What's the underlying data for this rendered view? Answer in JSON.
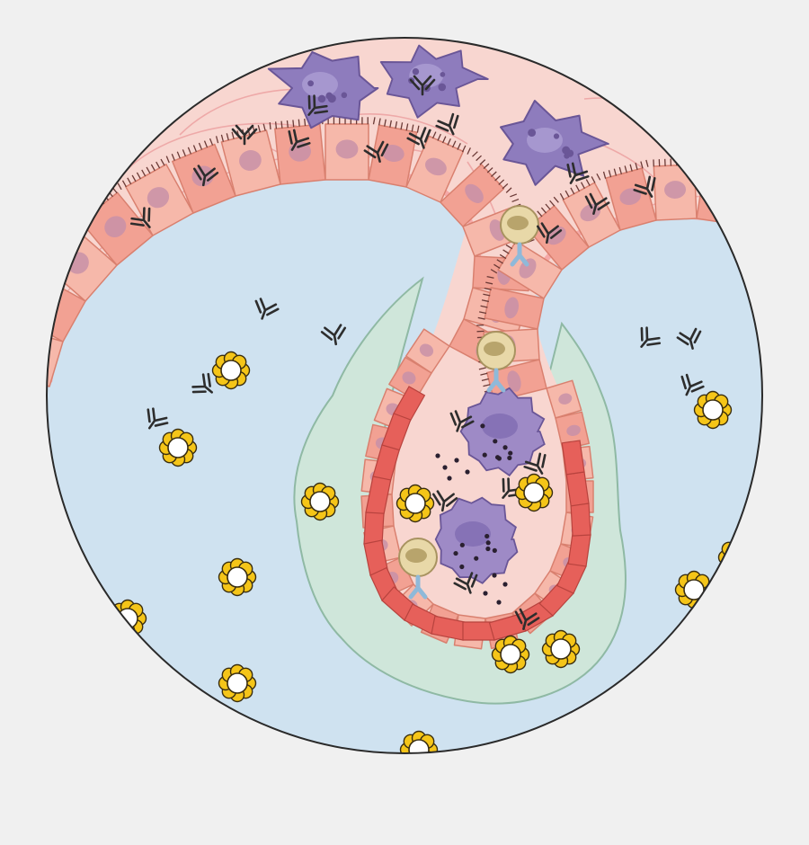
{
  "colors": {
    "page_background": "#f0f0f0",
    "lumen_fluid": "#cfe2f0",
    "connective_tissue": "#f8d6d0",
    "fibers": "#eea9a8",
    "epithelial_cell": "#f2a193",
    "epithelial_cell_light": "#f6b8aa",
    "cell_nucleus": "#c890a8",
    "basement_membrane": "#f5a9a8",
    "cilia": "#6b3a36",
    "endothelial_cell": "#e6605a",
    "mucosal_layer": "#cfe6da",
    "mucosal_layer_edge": "#8fb9a4",
    "macrophage": "#8e7cbd",
    "macrophage_dark": "#6a5697",
    "granulocyte": "#9e8ac6",
    "granule": "#2a2030",
    "plasma_cell": "#e8d8a8",
    "plasma_cell_receptor": "#8fb9d9",
    "antibody": "#2d2d2d",
    "bacterium_petals": "#f5c518",
    "bacterium_center": "#ffffff",
    "outline": "#2a2a2a"
  },
  "icons": {
    "antibody": "y-shape-antibody-icon",
    "bacterium": "flower-bacterium-icon",
    "macrophage": "amoeboid-cell-icon",
    "granulocyte": "granular-cell-icon",
    "plasma_cell": "plasma-cell-icon"
  },
  "counts": {
    "antibodies": 26,
    "bacteria": 14,
    "macrophages": 3,
    "granulocytes": 2,
    "plasma_cells": 3
  }
}
